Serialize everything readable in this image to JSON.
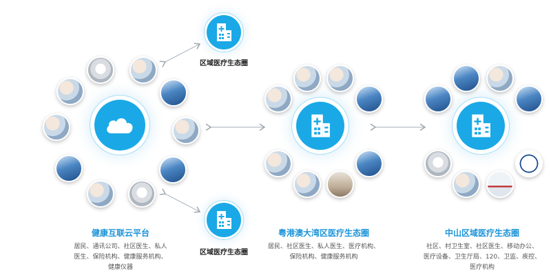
{
  "colors": {
    "accent": "#1aa9e6",
    "title": "#1c94d8",
    "ring": "#a6ddf5"
  },
  "icons": {
    "hub_left": "cloud-icon",
    "hub_other": "hospital-building-icon"
  },
  "regional_label": "区域医疗生态圈",
  "left": {
    "title": "健康互联云平台",
    "desc_lines": [
      "居民、通讯公司、社区医生、私人",
      "医生、保险机构、健康服务机构、",
      "健康仪器"
    ]
  },
  "middle": {
    "title": "粤港澳大湾区医疗生态圈",
    "desc_lines": [
      "居民、社区医生、私人医生、医疗机构、",
      "保险机构、健康服务机构"
    ]
  },
  "right": {
    "title": "中山区域医疗生态圈",
    "desc_lines": [
      "社区、村卫生室、社区医生、移动办公、",
      "医疗设备、卫生厅局、120、卫监、疾控、",
      "医疗机构"
    ]
  }
}
